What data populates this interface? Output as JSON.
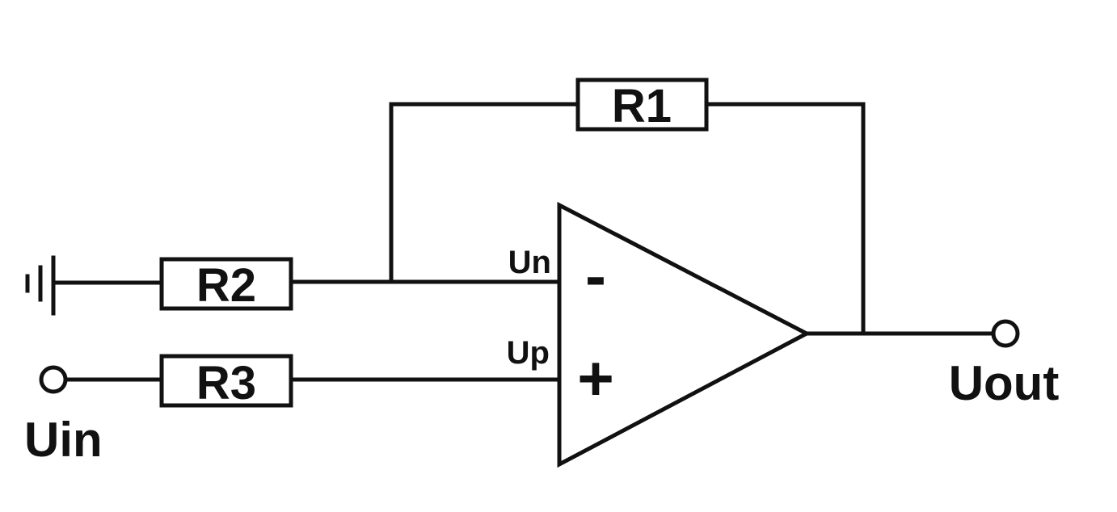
{
  "colors": {
    "stroke": "#111111",
    "background": "#ffffff"
  },
  "components": {
    "r1": {
      "label": "R1"
    },
    "r2": {
      "label": "R2"
    },
    "r3": {
      "label": "R3"
    }
  },
  "opamp": {
    "inverting_sign": "-",
    "noninverting_sign": "+",
    "inverting_pin_label": "Un",
    "noninverting_pin_label": "Up"
  },
  "terminals": {
    "input": {
      "label": "Uin"
    },
    "output": {
      "label": "Uout"
    }
  },
  "ground": {
    "icon": "ground-icon"
  }
}
